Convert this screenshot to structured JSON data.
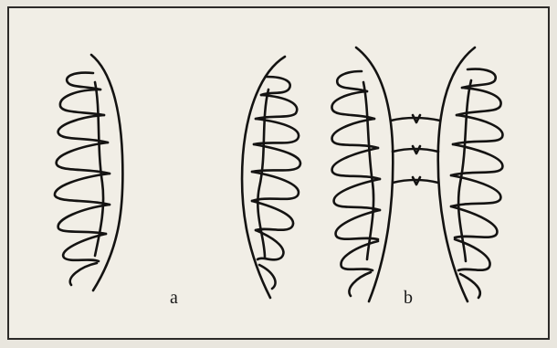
{
  "figure": {
    "panels": [
      {
        "id": "a",
        "label": "a"
      },
      {
        "id": "b",
        "label": "b"
      }
    ]
  }
}
